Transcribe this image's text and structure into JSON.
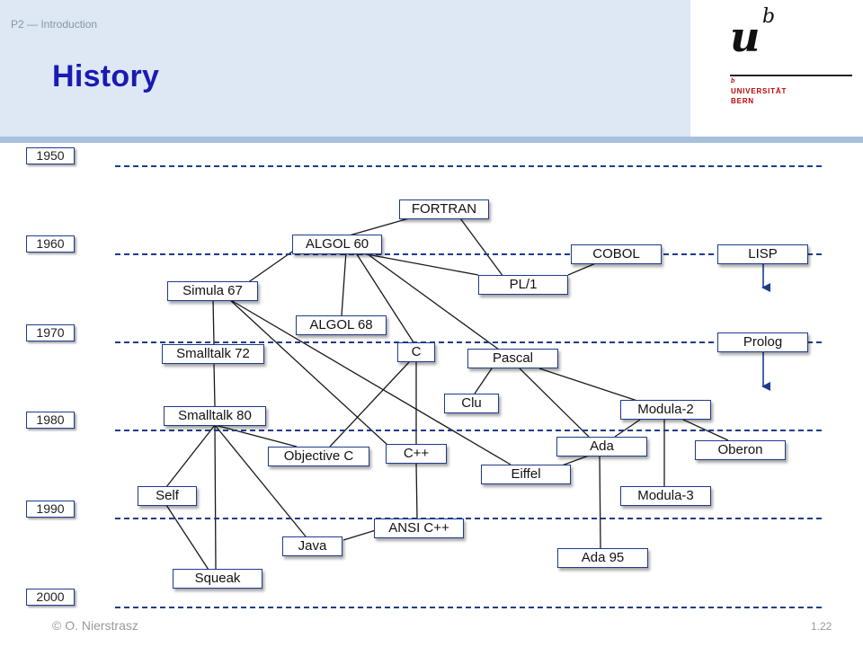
{
  "slide": {
    "breadcrumb": "P2 — Introduction",
    "title": "History",
    "footer_author": "© O. Nierstrasz",
    "page_number": "1.22"
  },
  "logo": {
    "mark": "u",
    "mark_sup": "b",
    "small_b": "b",
    "line1": "UNIVERSITÄT",
    "line2": "BERN"
  },
  "colors": {
    "box_border": "#1c3c8c",
    "line": "#1a1a1a",
    "title": "#1a1ab4"
  },
  "timeline": {
    "years": [
      "1950",
      "1960",
      "1970",
      "1980",
      "1990",
      "2000"
    ]
  },
  "languages": {
    "fortran": "FORTRAN",
    "algol60": "ALGOL 60",
    "cobol": "COBOL",
    "lisp": "LISP",
    "pl1": "PL/1",
    "simula67": "Simula 67",
    "algol68": "ALGOL 68",
    "c": "C",
    "prolog": "Prolog",
    "smalltalk72": "Smalltalk 72",
    "pascal": "Pascal",
    "clu": "Clu",
    "modula2": "Modula-2",
    "smalltalk80": "Smalltalk 80",
    "ada": "Ada",
    "oberon": "Oberon",
    "objectivec": "Objective C",
    "cpp": "C++",
    "eiffel": "Eiffel",
    "self": "Self",
    "modula3": "Modula-3",
    "ansicpp": "ANSI C++",
    "java": "Java",
    "ada95": "Ada 95",
    "squeak": "Squeak"
  }
}
